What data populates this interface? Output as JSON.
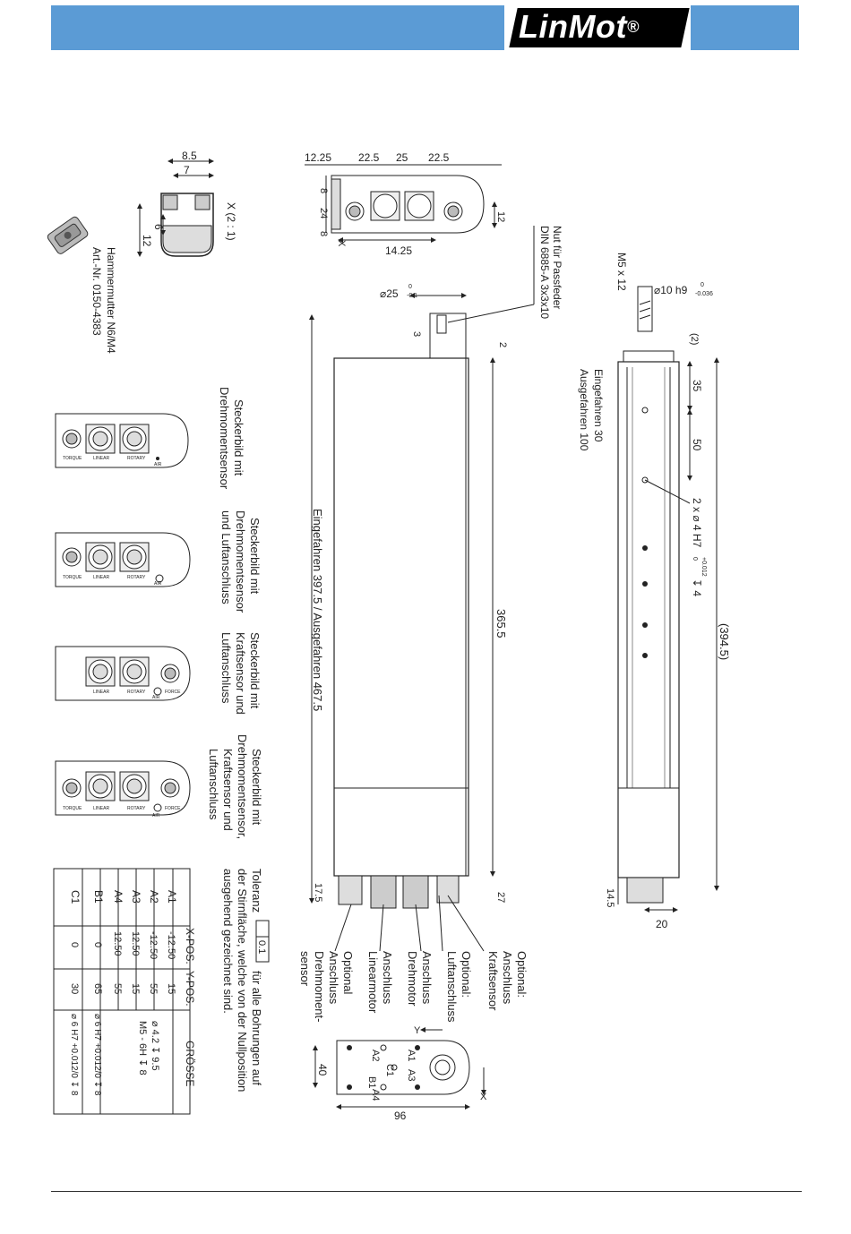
{
  "header": {
    "brand": "LinMot",
    "reg": "®"
  },
  "hammer_nut": {
    "title": "Hammermutter N6/M4",
    "article": "Art.-Nr. 0150-4383",
    "detail_label": "X (2 : 1)",
    "dims": [
      "8.5",
      "7",
      "12",
      "6"
    ]
  },
  "connectors": [
    {
      "caption": [
        "Steckerbild mit",
        "Drehmomentsensor"
      ],
      "plugs": [
        "TORQUE",
        "LINEAR",
        "ROTARY"
      ],
      "air": "AIR"
    },
    {
      "caption": [
        "Steckerbild mit",
        "Drehmomentsensor",
        "und Luftanschluss"
      ],
      "plugs": [
        "TORQUE",
        "LINEAR",
        "ROTARY"
      ],
      "air": "AIR"
    },
    {
      "caption": [
        "Steckerbild mit",
        "Kraftsensor und",
        "Luftanschluss"
      ],
      "plugs": [
        "LINEAR",
        "ROTARY",
        "FORCE"
      ],
      "air": "AIR"
    },
    {
      "caption": [
        "Steckerbild mit",
        "Drehmomentsensor,",
        "Kraftsensor und",
        "Luftanschluss"
      ],
      "plugs": [
        "TORQUE",
        "LINEAR",
        "ROTARY",
        "FORCE"
      ],
      "air": "AIR"
    }
  ],
  "table": {
    "headers": [
      "",
      "X-POS.",
      "Y-POS.",
      "GRÖSSE"
    ],
    "rows": [
      [
        "A1",
        "-12.50",
        "15",
        ""
      ],
      [
        "A2",
        "-12.50",
        "55",
        "⌀ 4.2 ↧ 9.5"
      ],
      [
        "A3",
        "12.50",
        "15",
        "M5 - 6H ↧ 8"
      ],
      [
        "A4",
        "12.50",
        "55",
        ""
      ],
      [
        "B1",
        "0",
        "65",
        "⌀ 6 H7 +0.012/0 ↧ 8"
      ],
      [
        "C1",
        "0",
        "30",
        "⌀ 6 H7 +0.012/0 ↧ 8"
      ]
    ]
  },
  "tolerance": {
    "word": "Toleranz",
    "value": "0.1",
    "line1": "für alle Bohrungen auf",
    "line2": "der Stirnfläche, welche von der Nullposition",
    "line3": "ausgehend gezeichnet sind."
  },
  "callouts": [
    [
      "Optional:",
      "Anschluss",
      "Kraftsensor"
    ],
    [
      "Optional:",
      "Luftanschluss"
    ],
    [
      "Anschluss",
      "Drehmotor"
    ],
    [
      "Anschluss",
      "Linearmotor"
    ],
    [
      "Optional",
      "Anschluss",
      "Drehmoment-",
      "sensor"
    ]
  ],
  "main_dims": {
    "top_view": [
      "12.25",
      "22.5",
      "25",
      "22.5",
      "8",
      "24",
      "8",
      "12",
      "14.25"
    ],
    "top_x": "X",
    "shaft_dia": "⌀25",
    "shaft_tol": [
      "0",
      "-0.1"
    ],
    "key_depth": "3",
    "key_note": [
      "Nut für Passfeder",
      "DIN 6885-A 3x3x10"
    ],
    "offset_2": "2",
    "length_total": "365.5",
    "length_label": "Eingefahren 397.5 / Ausgefahren 467.5",
    "flange": "27",
    "bottom": "17.5"
  },
  "side_dims": {
    "thread": "M5 x 12",
    "shaft": "⌀10 h9",
    "shaft_tol": [
      "0",
      "-0.036"
    ],
    "gap": "(2)",
    "d35": "35",
    "d50": "50",
    "holes": "2 x ⌀ 4 H7",
    "holes_tol": [
      "+0.012",
      "0"
    ],
    "holes_depth": "↧ 4",
    "total": "(394.5)",
    "stroke_labels": [
      "Eingefahren 30",
      "Ausgefahren 100"
    ],
    "bottom_a": "14.5",
    "bottom_b": "20"
  },
  "face_view": {
    "labels": [
      "A1",
      "A3",
      "A2",
      "C1",
      "B1",
      "A4"
    ],
    "dim_40": "40",
    "dim_96": "96",
    "axis_x": "X",
    "axis_y": "Y"
  }
}
